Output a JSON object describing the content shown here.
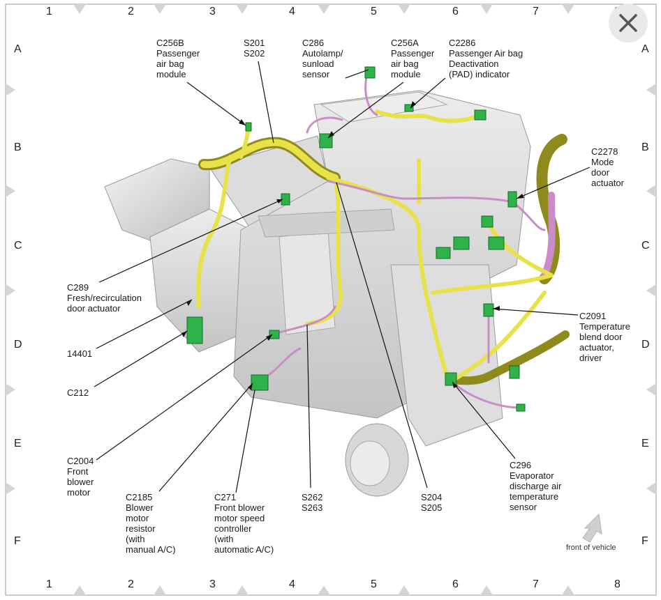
{
  "grid": {
    "columns": [
      "1",
      "2",
      "3",
      "4",
      "5",
      "6",
      "7",
      "8"
    ],
    "rows": [
      "A",
      "B",
      "C",
      "D",
      "E",
      "F"
    ]
  },
  "labels": {
    "c256b": "C256B\nPassenger\nair bag\nmodule",
    "s201": "S201\nS202",
    "c286": "C286\nAutolamp/\nsunload\nsensor",
    "c256a": "C256A\nPassenger\nair bag\nmodule",
    "c2286": "C2286\nPassenger Air bag\nDeactivation\n(PAD) indicator",
    "c2278": "C2278\nMode\ndoor\nactuator",
    "c289": "C289\nFresh/recirculation\ndoor actuator",
    "c2091": "C2091\nTemperature\nblend door\nactuator,\ndriver",
    "n14401": "14401",
    "c212": "C212",
    "c2004": "C2004\nFront\nblower\nmotor",
    "c2185": "C2185\nBlower\nmotor\nresistor\n(with\nmanual A/C)",
    "c271": "C271\nFront blower\nmotor speed\ncontroller\n(with\nautomatic A/C)",
    "s262": "S262\nS263",
    "s204": "S204\nS205",
    "c296": "C296\nEvaporator\ndischarge air\ntemperature\nsensor"
  },
  "front_of_vehicle": "front of vehicle",
  "colors": {
    "harness_yellow": "#e8e24a",
    "harness_olive": "#8f8a1c",
    "wire_pink": "#c98cc8",
    "connector_green": "#2fb24a",
    "housing_gray": "#d9d9d9"
  },
  "close_icon": "close-icon"
}
